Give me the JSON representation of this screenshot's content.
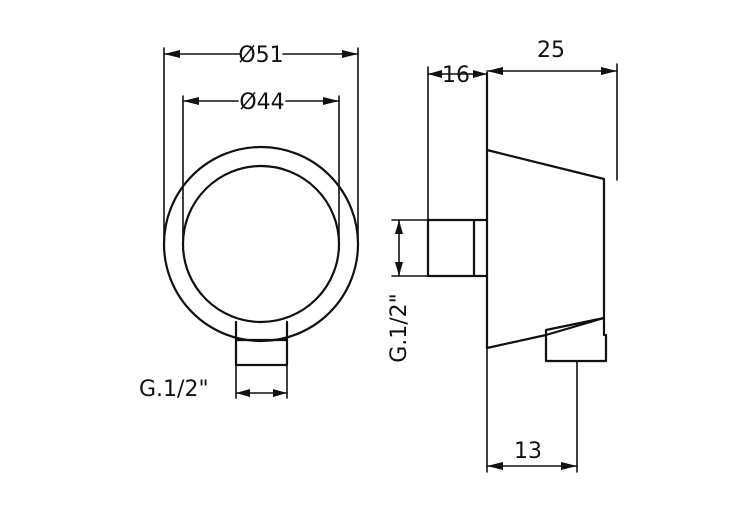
{
  "front_view": {
    "outer_diameter_label": "Ø51",
    "inner_diameter_label": "Ø44",
    "thread_label": "G.1/2\""
  },
  "side_view": {
    "width_label": "25",
    "thread_length_label": "16",
    "thread_label": "G.1/2\"",
    "outlet_offset_label": "13"
  }
}
